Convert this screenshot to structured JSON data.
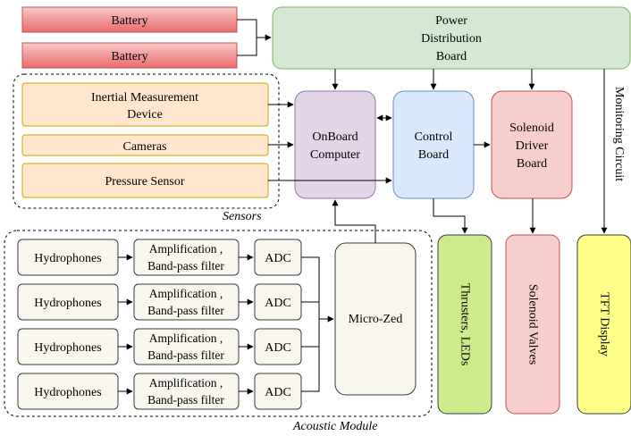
{
  "colors": {
    "battery_fill": "#f4a6a6",
    "power_fill": "#d5e8d4",
    "sensor_fill": "#ffe6cc",
    "sensor_stroke": "#d6a200",
    "computer_fill": "#e1d5e7",
    "control_fill": "#dae8fc",
    "solenoid_fill": "#f8cecc",
    "thrusters_fill": "#cdeb8b",
    "tft_fill": "#ffff88",
    "acoustic_fill": "#f9f7ed"
  },
  "battery_1": "Battery",
  "battery_2": "Battery",
  "power_distribution": [
    "Power",
    "Distribution",
    "Board"
  ],
  "sensors": {
    "imu": [
      "Inertial Measurement",
      "Device"
    ],
    "cameras": "Cameras",
    "pressure": "Pressure Sensor",
    "group_label": "Sensors"
  },
  "onboard_computer": [
    "OnBoard",
    "Computer"
  ],
  "control_board": [
    "Control",
    "Board"
  ],
  "solenoid_driver": [
    "Solenoid",
    "Driver",
    "Board"
  ],
  "monitoring_circuit": "Monitoring Circuit",
  "outputs": {
    "thrusters": "Thrusters, LEDs",
    "solenoid_valves": "Solenoid Valves",
    "tft_display": "TFT Display"
  },
  "acoustic": {
    "group_label": "Acoustic Module",
    "hydrophones": [
      "Hydrophones",
      "Hydrophones",
      "Hydrophones",
      "Hydrophones"
    ],
    "amp_line1": [
      "Amplification ,",
      "Amplification ,",
      "Amplification ,",
      "Amplification ,"
    ],
    "amp_line2": [
      "Band-pass filter",
      "Band-pass filter",
      "Band-pass filter",
      "Band-pass filter"
    ],
    "adc": [
      "ADC",
      "ADC",
      "ADC",
      "ADC"
    ],
    "micro_zed": "Micro-Zed"
  }
}
